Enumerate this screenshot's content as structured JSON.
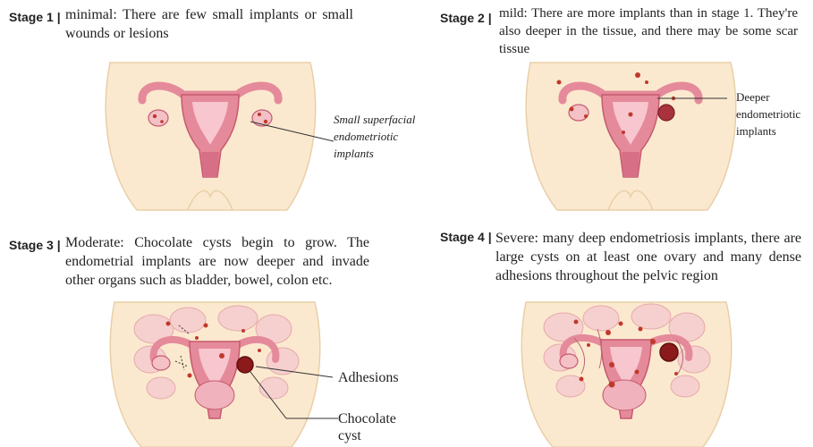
{
  "stages": [
    {
      "label": "Stage 1 |",
      "text": "minimal: There are few small implants or small wounds or lesions",
      "callouts": [
        "Small superfacial endometriotic implants"
      ]
    },
    {
      "label": "Stage 2 |",
      "text": "mild: There are more implants than in stage 1. They're also deeper in the tissue, and there may be some scar tissue",
      "callouts": [
        "Deeper endometriotic implants"
      ]
    },
    {
      "label": "Stage 3 |",
      "text": "Moderate: Chocolate cysts begin to grow. The endometrial implants are now deeper and invade other organs such as bladder, bowel, colon etc.",
      "callouts": [
        "Adhesions",
        "Chocolate cyst"
      ]
    },
    {
      "label": "Stage 4 |",
      "text": "Severe: many deep endometriosis implants, there are large cysts on at least one ovary and many dense adhesions throughout the pelvic region",
      "callouts": []
    }
  ],
  "colors": {
    "skin": "#fbe9cf",
    "skin_outline": "#e9cfa8",
    "uterus": "#e58a9a",
    "uterus_dark": "#c65a6e",
    "ovary": "#f3c1c6",
    "implant": "#c0392b",
    "cyst": "#7a1f1f",
    "bowel": "#f5d0cf"
  },
  "icons": [
    "pelvis-illustration",
    "uterus-icon",
    "ovary-icon",
    "implant-dot-icon",
    "chocolate-cyst-icon",
    "bowel-icon"
  ]
}
